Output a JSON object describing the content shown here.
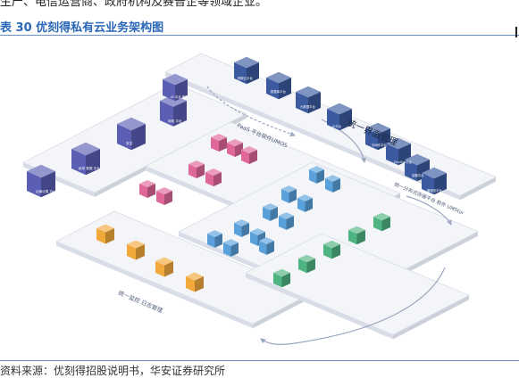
{
  "header": {
    "clipped_text": "生产、电信运营商、政府机构及赛普企等领域企业。",
    "figure_title": "表 30 优刻得私有云业务架构图"
  },
  "diagram": {
    "labels": {
      "unified_interface": "统一界面管理",
      "paas": "PaaS 平台软件UMOS",
      "distributed_storage": "统一分布式存储平台 软件 UMStor",
      "monitoring_logs": "统一监控 日志管理"
    },
    "left_stack": [
      {
        "label": "边缘计算 与IoT"
      },
      {
        "label": "私有 数据 平台"
      },
      {
        "label": "安全"
      },
      {
        "label": "网络 平台"
      },
      {
        "label": "AI 平台 服务"
      }
    ],
    "top_cubes": [
      {
        "label": "视频云平台"
      },
      {
        "label": "数据库平台"
      },
      {
        "label": "大数据平台"
      },
      {
        "label": "AI平台"
      },
      {
        "label": "中间件平台"
      },
      {
        "label": "DevOps平台"
      },
      {
        "label": "容器平台"
      },
      {
        "label": "微服务平台"
      }
    ],
    "colors": {
      "purple": "#5a5fb4",
      "navy": "#3b5aa0",
      "pink": "#e0679a",
      "blue": "#5aa1dc",
      "green": "#4fb481",
      "orange": "#f2a93c",
      "platform": "#f4f5f8",
      "platform_edge": "#d9dde7",
      "arrow": "#9aa7bf"
    }
  },
  "footer": {
    "source": "资料来源：优刻得招股说明书，华安证券研究所"
  }
}
